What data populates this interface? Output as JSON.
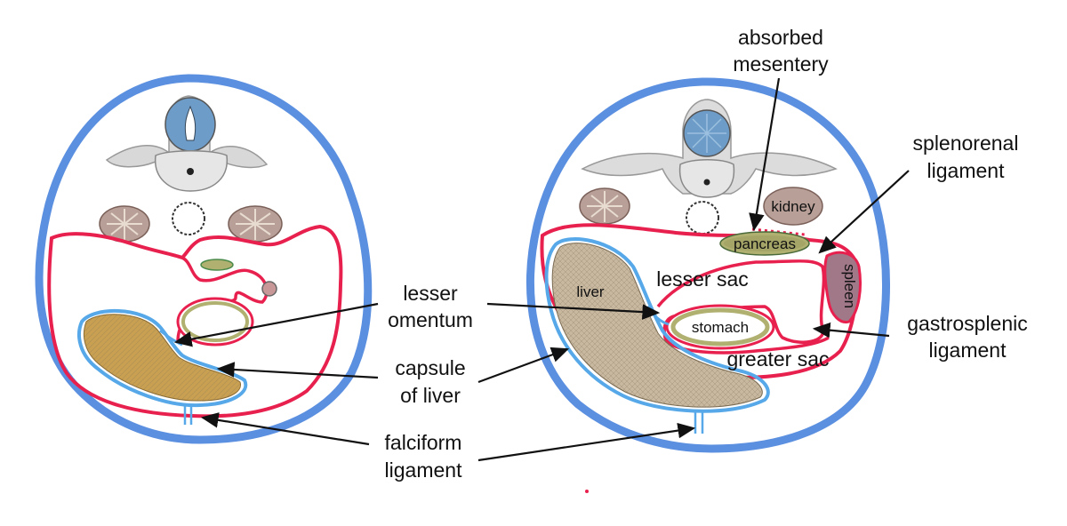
{
  "labels": {
    "left_lesser_omentum": [
      "lesser",
      "omentum"
    ],
    "capsule_of_liver": [
      "capsule",
      "of liver"
    ],
    "falciform_ligament": [
      "falciform",
      "ligament"
    ],
    "absorbed_mesentery": [
      "absorbed",
      "mesentery"
    ],
    "splenorenal_ligament": [
      "splenorenal",
      "ligament"
    ],
    "gastrosplenic_ligament": [
      "gastrosplenic",
      "ligament"
    ],
    "kidney": "kidney",
    "pancreas": "pancreas",
    "spleen": "spleen",
    "liver": "liver",
    "lesser_sac": "lesser sac",
    "stomach": "stomach",
    "greater_sac": "greater sac"
  },
  "colors": {
    "body_wall": "#5b8fe0",
    "peritoneum": "#e8204e",
    "visceral_peritoneum": "#56a8e8",
    "liver_left": "#c9a052",
    "liver_right": "#c8b8a0",
    "gut_tube": "#b0b070",
    "kidney": "#b8a098",
    "spinal_cord": "#5a8cc0",
    "bone": "#d8d8d8",
    "spleen": "#a07888"
  }
}
